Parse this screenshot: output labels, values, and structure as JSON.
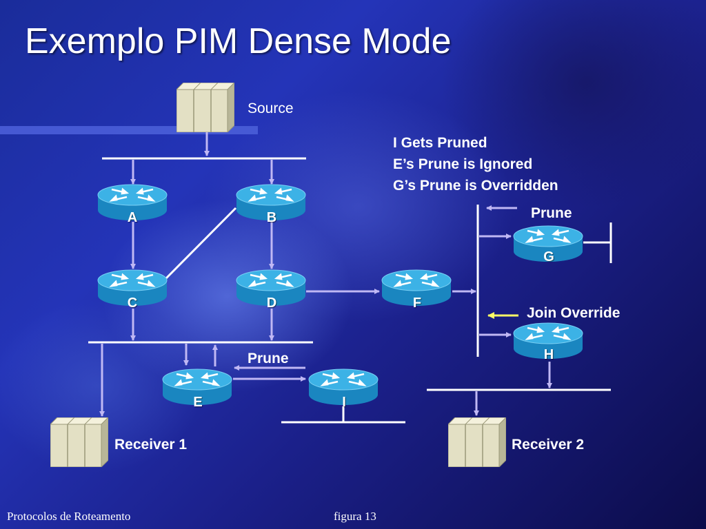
{
  "title": "Exemplo PIM Dense Mode",
  "labels": {
    "source": "Source",
    "receiver1": "Receiver 1",
    "receiver2": "Receiver 2",
    "prune_g": "Prune",
    "prune_e": "Prune",
    "join_override": "Join Override"
  },
  "notes": [
    "I Gets Pruned",
    "E’s Prune is Ignored",
    "G’s Prune is Overridden"
  ],
  "routers": {
    "a": "A",
    "b": "B",
    "c": "C",
    "d": "D",
    "e": "E",
    "f": "F",
    "g": "G",
    "h": "H",
    "i": "I"
  },
  "footer": {
    "left": "Protocolos de Roteamento",
    "right": "figura 13"
  },
  "colors": {
    "router_fill": "#1e8fc8",
    "router_top": "#3fb4e8",
    "host_fill": "#e5e2c8",
    "arrow": "#b8b0f0",
    "join_arrow": "#ffff66",
    "source_bar": "#4a5ed8"
  }
}
